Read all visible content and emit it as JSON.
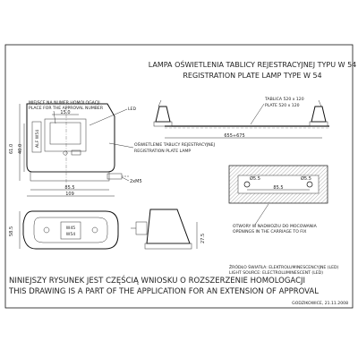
{
  "title": {
    "polish": "LAMPA OŚWIETLENIA TABLICY REJESTRACYJNEJ TYPU W 54",
    "english": "REGISTRATION PLATE LAMP TYPE W 54"
  },
  "front_view": {
    "side_label": "ALF W54",
    "dim_plate_width": "15.0",
    "dim_bolt_spacing": "85.5",
    "dim_width": "109",
    "dim_height_total": "61.0",
    "dim_height_inner": "40.0",
    "bolts": "2xM5",
    "homologation_label_pl": "MIEJSCE NA NUMER HOMOLOGACJI",
    "homologation_label_en": "PLACE FOR THE APPROVAL NUMBER",
    "led_label": "LED",
    "plate_lamp_label_pl": "OŚWIETLENIE TABLICY REJESTRACYJNEJ",
    "plate_lamp_label_en": "REGISTRATION PLATE LAMP"
  },
  "side_view": {
    "dim_spacing": "655÷675",
    "plate_pl": "TABLICA 520 x 120",
    "plate_en": "PLATE 520 x 120"
  },
  "holes_view": {
    "hole_dia": "Ø5.5",
    "dim_spacing": "85.5",
    "label_pl": "OTWORY W NADWOZIU DO MOCOWANIA",
    "label_en": "OPENINGS IN THE CARRIAGE TO FIX"
  },
  "bottom_view": {
    "mark_line1": "W45",
    "mark_line2": "W54",
    "dim_depth": "58.5"
  },
  "side_profile": {
    "dim_height": "27.5"
  },
  "notes": {
    "light_source_pl": "ŹRÓDŁO ŚWIATŁA: ELEKTROLUMINESCENCYJNE (LED)",
    "light_source_en": "LIGHT SOURCE: ELECTROLUMINESCENT (LED)",
    "statement_pl": "NINIEJSZY RYSUNEK JEST CZĘŚCIĄ WNIOSKU O ROZSZERZENIE HOMOLOGACJI",
    "statement_en": "THIS DRAWING IS A PART OF THE APPLICATION FOR AN EXTENSION OF APPROVAL",
    "place_date": "GODZIKOWICE, 21.11.2008"
  }
}
